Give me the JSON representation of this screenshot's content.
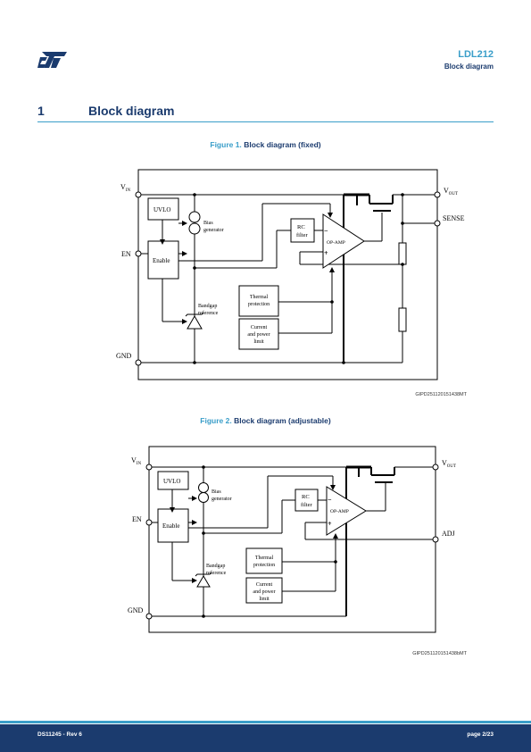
{
  "header": {
    "logo_icon": "st-logo",
    "title": "LDL212",
    "subtitle": "Block diagram"
  },
  "section": {
    "number": "1",
    "title": "Block diagram"
  },
  "figure1": {
    "label": "Figure 1.",
    "caption": "Block diagram (fixed)",
    "code": "GIPD251120151438MT",
    "pins": {
      "vin_main": "V",
      "vin_sub": "IN",
      "vout_main": "V",
      "vout_sub": "OUT",
      "en": "EN",
      "gnd": "GND",
      "sense": "SENSE"
    },
    "blocks": {
      "uvlo": "UVLO",
      "enable": "Enable",
      "bias_line1": "Bias",
      "bias_line2": "generator",
      "bandgap_line1": "Bandgap",
      "bandgap_line2": "reference",
      "rc_line1": "RC",
      "rc_line2": "filter",
      "opamp": "OP-AMP",
      "minus": "−",
      "plus": "+",
      "thermal_line1": "Thermal",
      "thermal_line2": "protection",
      "current_line1": "Current",
      "current_line2": "and power",
      "current_line3": "limit"
    }
  },
  "figure2": {
    "label": "Figure 2.",
    "caption": "Block diagram (adjustable)",
    "code": "GIPD251120151438bMT",
    "pins": {
      "vin_main": "V",
      "vin_sub": "IN",
      "vout_main": "V",
      "vout_sub": "OUT",
      "en": "EN",
      "gnd": "GND",
      "adj": "ADJ"
    },
    "blocks": {
      "uvlo": "UVLO",
      "enable": "Enable",
      "bias_line1": "Bias",
      "bias_line2": "generator",
      "bandgap_line1": "Bandgap",
      "bandgap_line2": "reference",
      "rc_line1": "RC",
      "rc_line2": "filter",
      "opamp": "OP-AMP",
      "minus": "−",
      "plus": "+",
      "thermal_line1": "Thermal",
      "thermal_line2": "protection",
      "current_line1": "Current",
      "current_line2": "and power",
      "current_line3": "limit"
    }
  },
  "footer": {
    "doc_id": "DS11245 - Rev 6",
    "page": "page 2/23"
  },
  "colors": {
    "brand_blue": "#3a9ec9",
    "navy": "#1b3b6e"
  }
}
